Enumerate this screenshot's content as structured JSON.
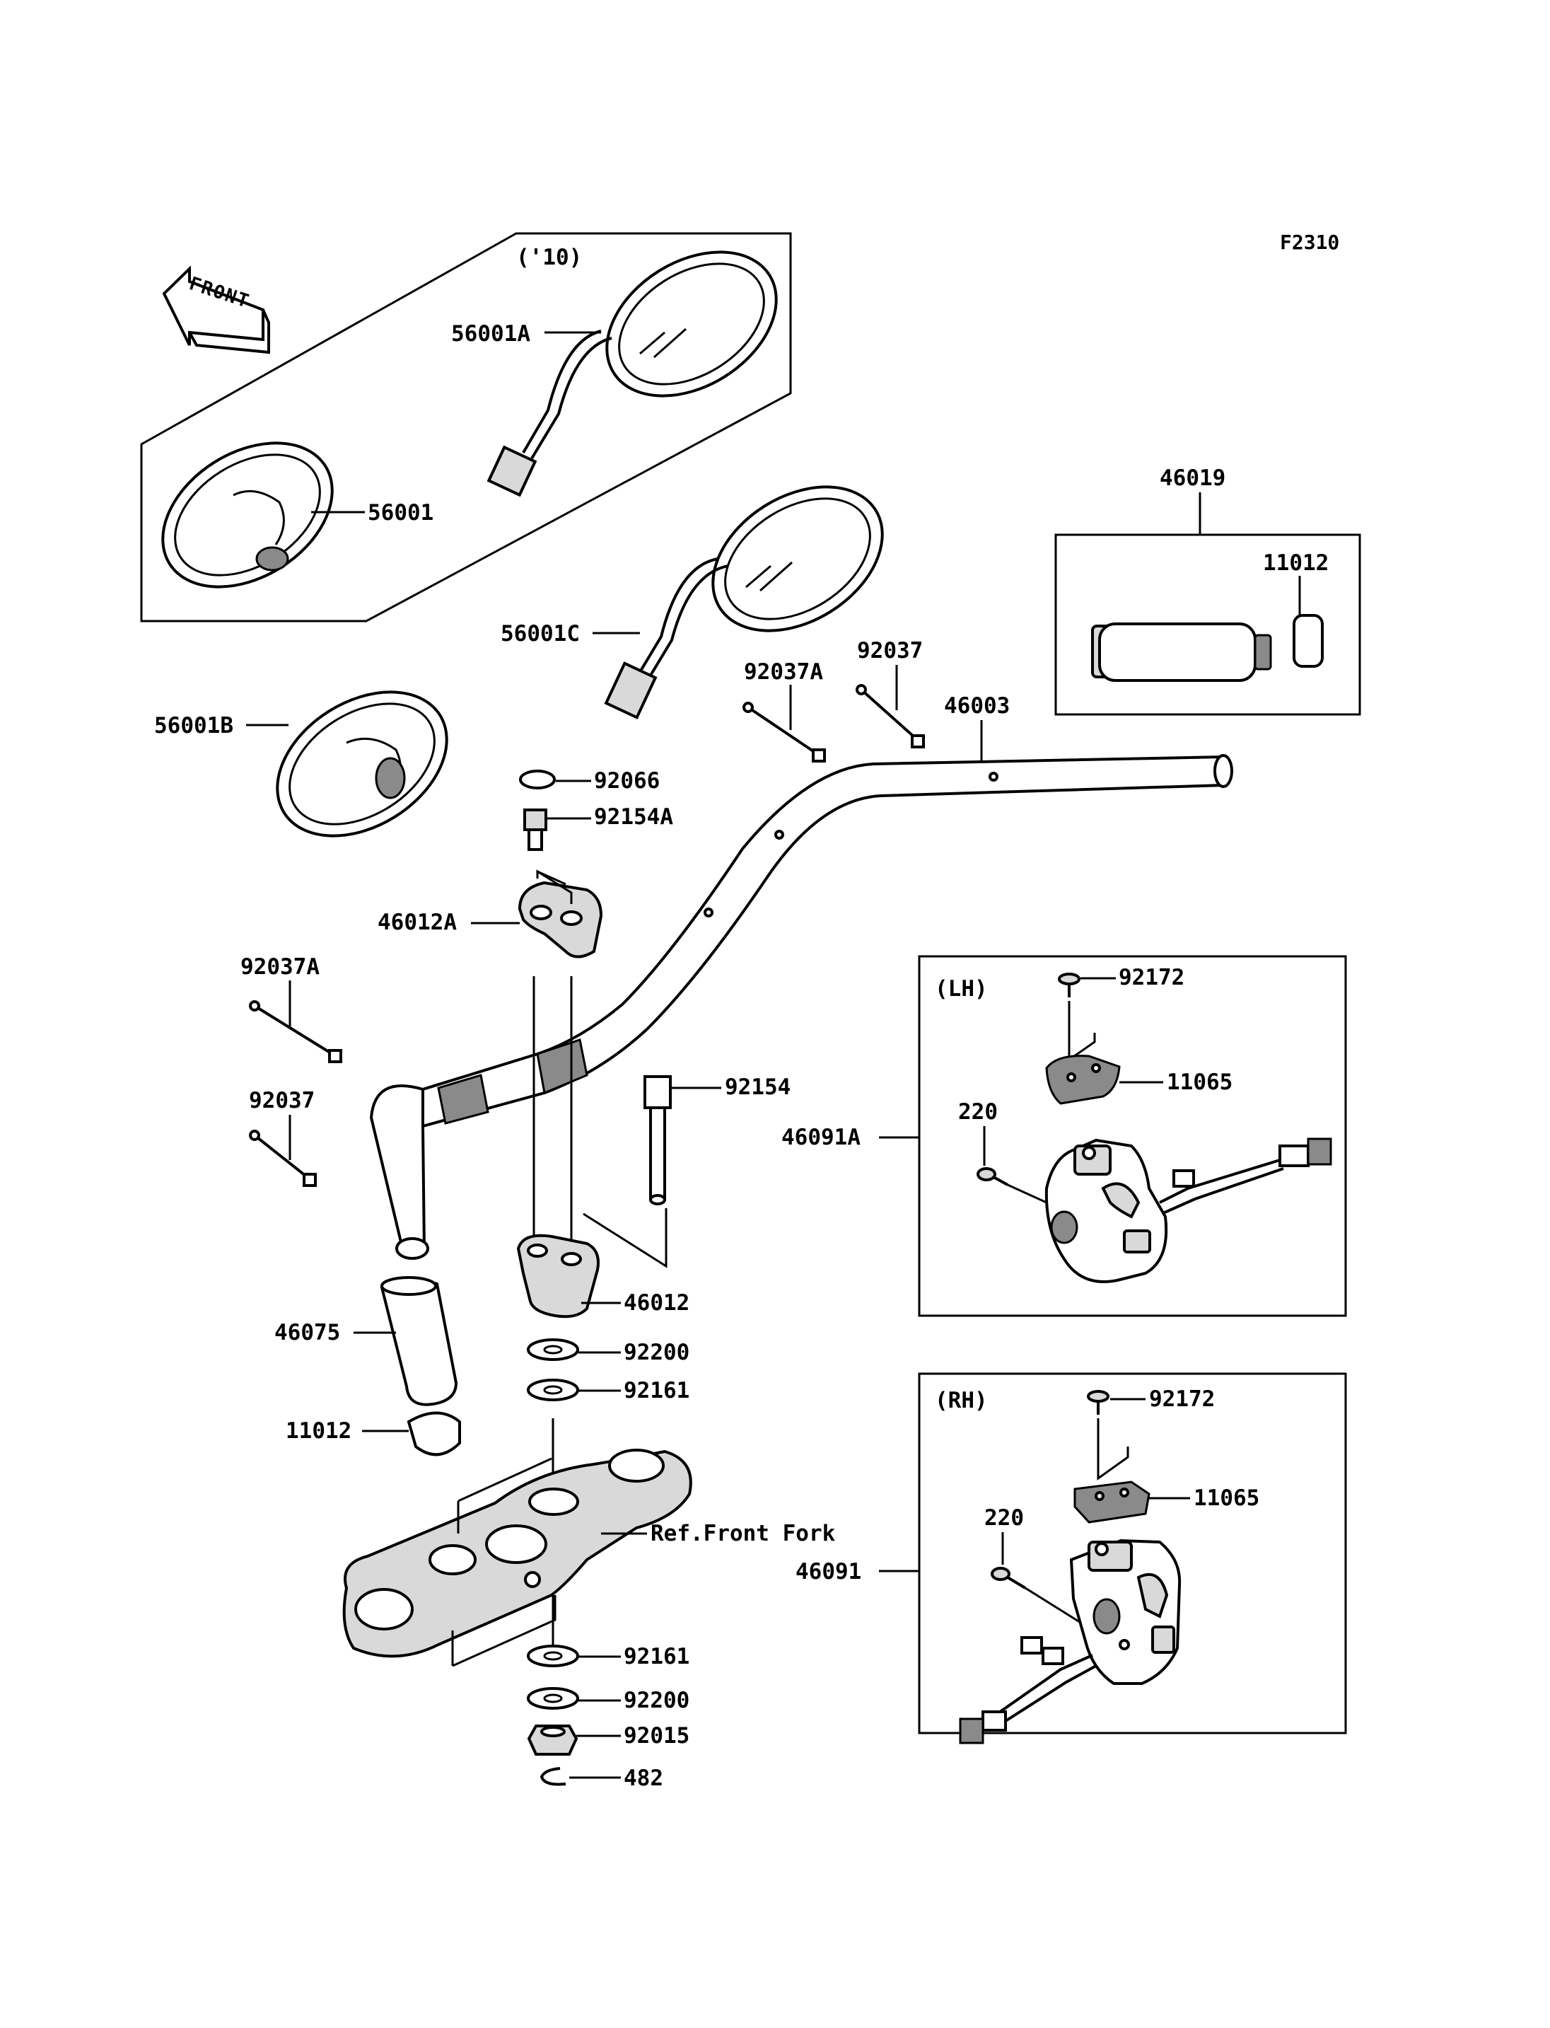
{
  "diagram": {
    "code": "F2310",
    "front_label": "FRONT",
    "year_group": "('10)",
    "lh_group": "(LH)",
    "rh_group": "(RH)",
    "ref_label": "Ref.Front Fork",
    "parts": {
      "p56001A": "56001A",
      "p56001": "56001",
      "p56001C": "56001C",
      "p56001B": "56001B",
      "p46019": "46019",
      "p11012_top": "11012",
      "p92037A_top": "92037A",
      "p92037_top": "92037",
      "p46003": "46003",
      "p92066": "92066",
      "p92154A": "92154A",
      "p46012A": "46012A",
      "p92037A_left": "92037A",
      "p92037_left": "92037",
      "p92154": "92154",
      "p46012": "46012",
      "p46075": "46075",
      "p92200_top": "92200",
      "p92161_top": "92161",
      "p11012_left": "11012",
      "p92161_bottom": "92161",
      "p92200_bottom": "92200",
      "p92015": "92015",
      "p482": "482",
      "p92172_lh": "92172",
      "p11065_lh": "11065",
      "p220_lh": "220",
      "p46091A": "46091A",
      "p92172_rh": "92172",
      "p11065_rh": "11065",
      "p220_rh": "220",
      "p46091": "46091"
    }
  }
}
